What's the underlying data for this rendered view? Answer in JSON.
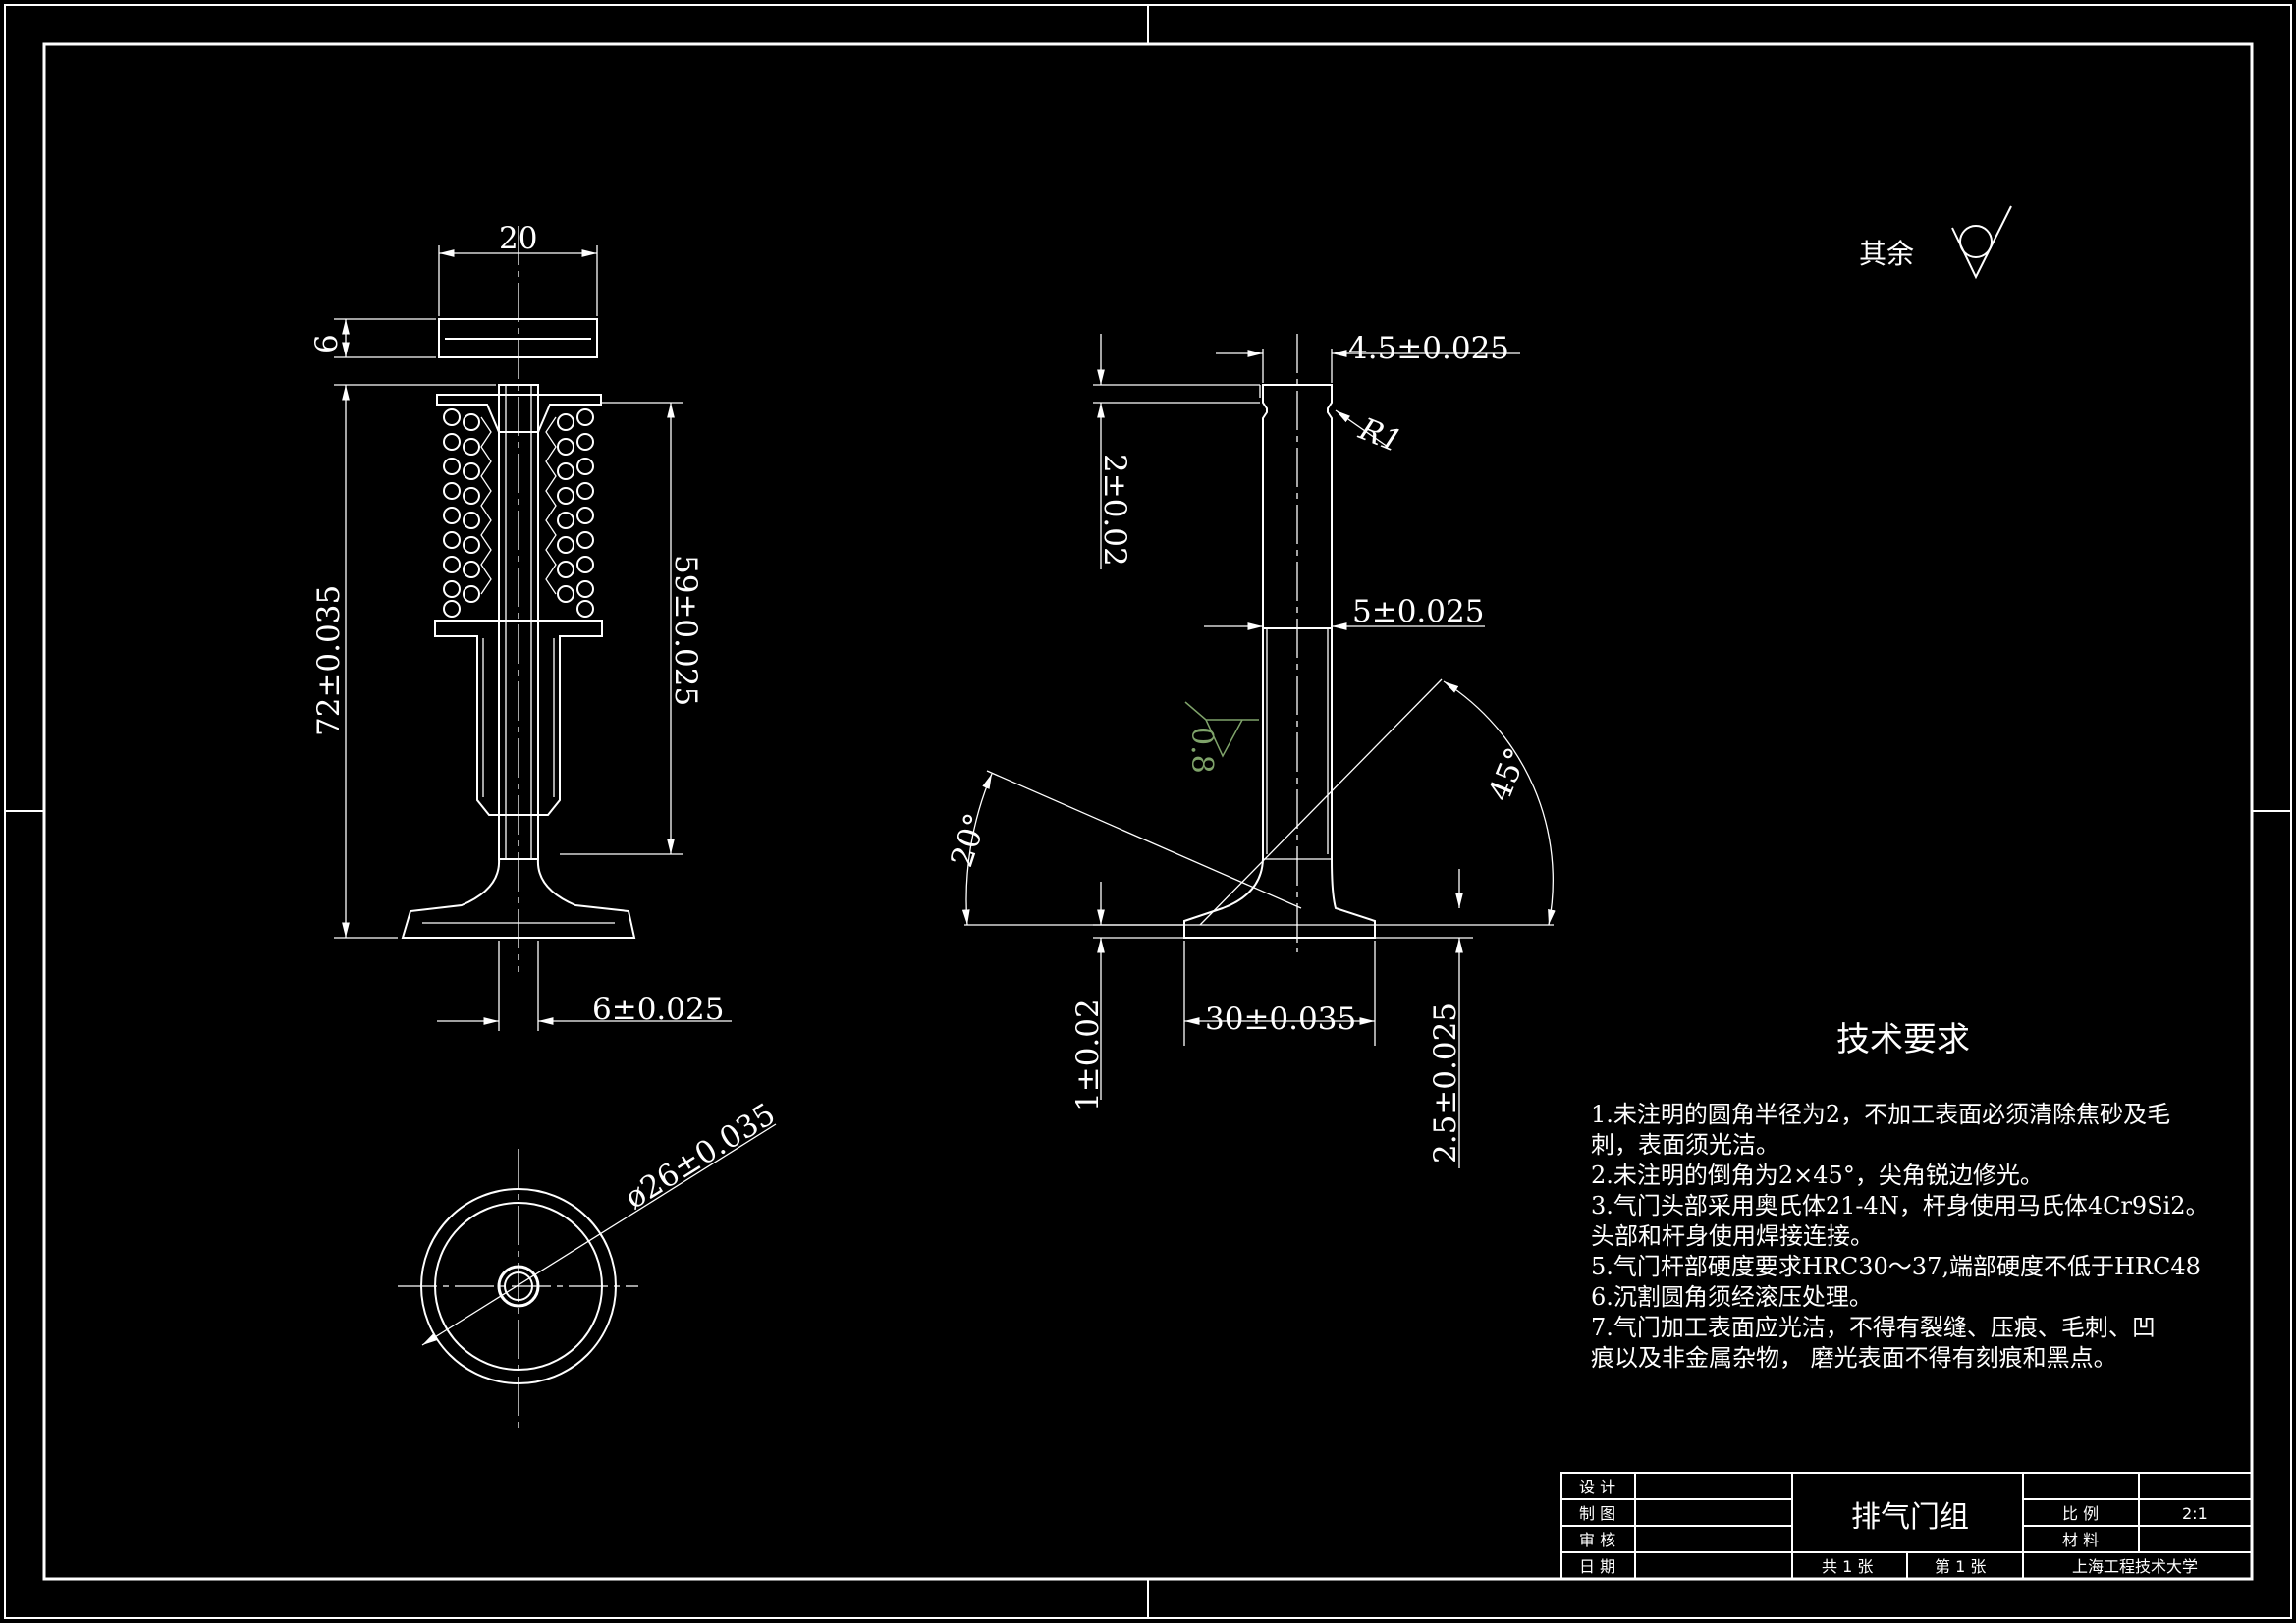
{
  "dimensions": {
    "head_width": "20",
    "head_height": "6",
    "total_length": "72±0.035",
    "spring_length": "59±0.025",
    "stem_dia_left": "6±0.025",
    "seat_dia": "ø26±0.035",
    "tip_dia": "4.5±0.025",
    "groove": "2±0.02",
    "radius": "R1",
    "stem_dia": "5±0.025",
    "surface_finish": "0.8",
    "angle_45": "45°",
    "angle_20": "20°",
    "head_dia": "30±0.035",
    "margin_1": "1±0.02",
    "margin_2": "2.5±0.025"
  },
  "roughness_note": "其余",
  "requirements": {
    "title": "技术要求",
    "items": [
      "1.未注明的圆角半径为2，不加工表面必须清除焦砂及毛",
      "   刺，表面须光洁。",
      "2.未注明的倒角为2×45°，尖角锐边修光。",
      "3.气门头部采用奥氏体21-4N，杆身使用马氏体4Cr9Si2。",
      "头部和杆身使用焊接连接。",
      "5.气门杆部硬度要求HRC30～37,端部硬度不低于HRC48",
      "6.沉割圆角须经滚压处理。",
      "7.气门加工表面应光洁，不得有裂缝、压痕、毛刺、凹",
      "   痕以及非金属杂物，  磨光表面不得有刻痕和黑点。"
    ]
  },
  "title_block": {
    "design": "设 计",
    "draw": "制 图",
    "review": "审 核",
    "date": "日 期",
    "part_name": "排气门组",
    "scale_label": "比 例",
    "scale_value": "2:1",
    "material_label": "材 料",
    "sheets_total": "共 1 张",
    "sheet_no": "第 1 张",
    "school": "上海工程技术大学"
  }
}
